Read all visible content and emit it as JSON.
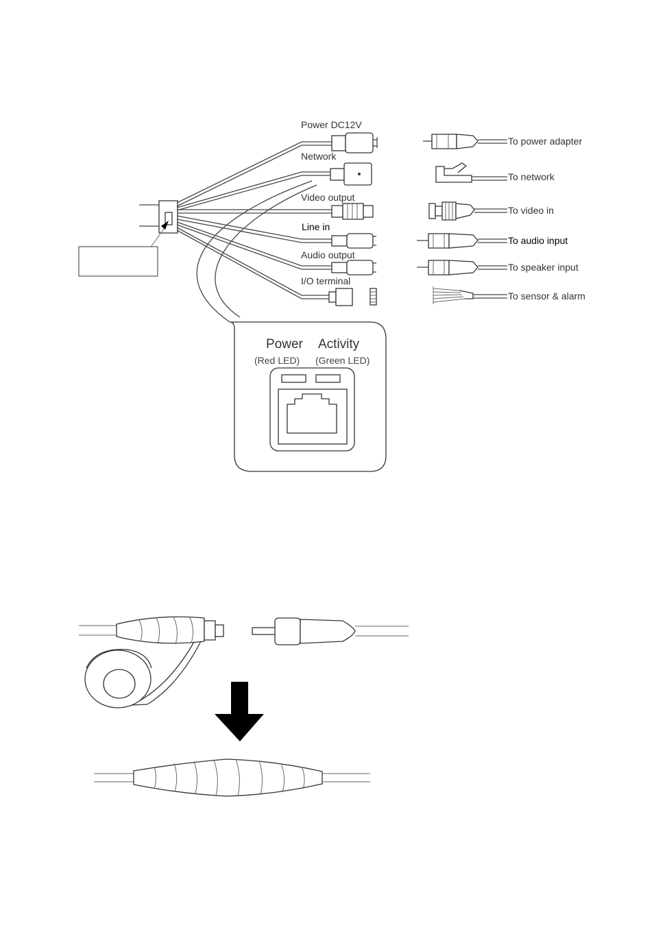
{
  "cable_labels": {
    "power": "Power DC12V",
    "network": "Network",
    "video": "Video output",
    "line_in": "Line in",
    "audio_out": "Audio output",
    "io": "I/O terminal"
  },
  "destination_labels": {
    "power": "To power adapter",
    "network": "To network",
    "video": "To video in",
    "audio_in": "To audio input",
    "speaker": "To speaker input",
    "sensor": "To sensor & alarm"
  },
  "rj45_panel": {
    "power_title": "Power",
    "power_sub": "(Red LED)",
    "activity_title": "Activity",
    "activity_sub": "(Green LED)"
  },
  "colors": {
    "line": "#333333",
    "arrow": "#000000"
  }
}
